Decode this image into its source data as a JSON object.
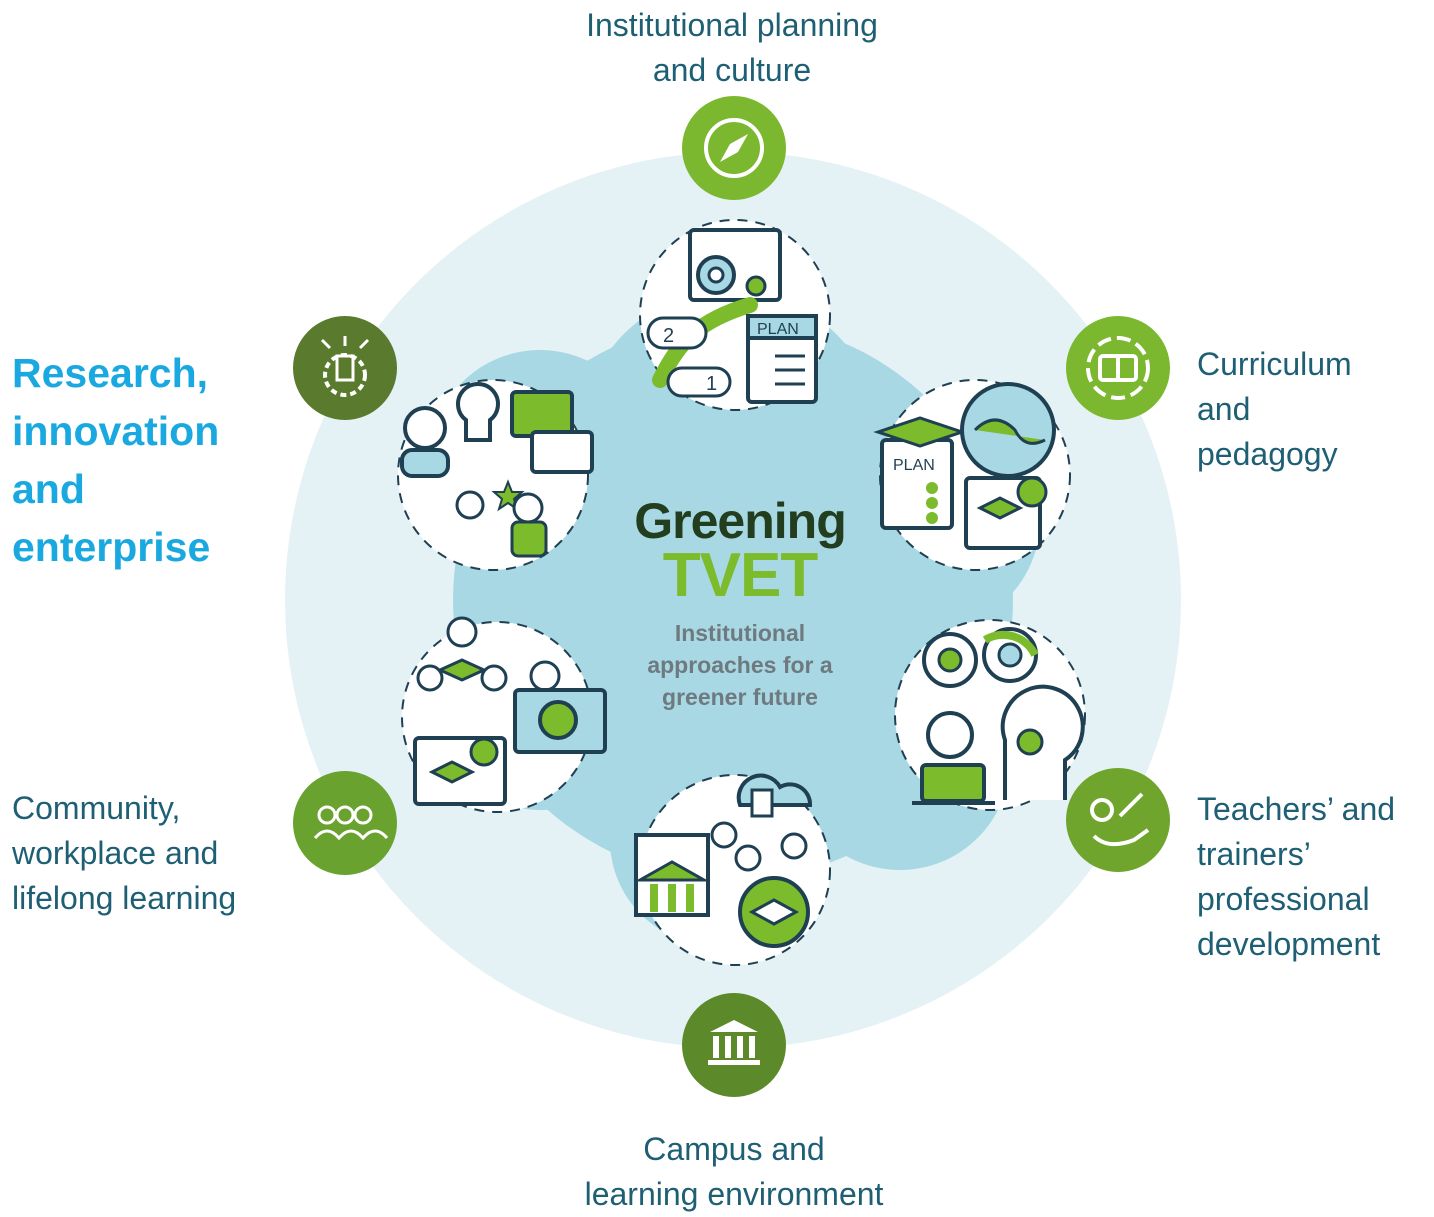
{
  "center": {
    "title": "Greening",
    "highlight": "TVET",
    "subtitle_lines": [
      "Institutional",
      "approaches for a",
      "greener future"
    ]
  },
  "segments": [
    {
      "id": "institutional",
      "lines": [
        "Institutional planning",
        "and culture"
      ],
      "icon": "compass-icon",
      "badge_color": "#7cb82f"
    },
    {
      "id": "curriculum",
      "lines": [
        "Curriculum",
        "and",
        "pedagogy"
      ],
      "icon": "book-icon",
      "badge_color": "#7cb82f"
    },
    {
      "id": "teachers",
      "lines": [
        "Teachers’ and",
        "trainers’",
        "professional",
        "development"
      ],
      "icon": "tools-hand-icon",
      "badge_color": "#6fa52c"
    },
    {
      "id": "campus",
      "lines": [
        "Campus and",
        "learning environment"
      ],
      "icon": "building-columns-icon",
      "badge_color": "#5c8a2b"
    },
    {
      "id": "community",
      "lines": [
        "Community,",
        "workplace and",
        "lifelong learning"
      ],
      "icon": "people-group-icon",
      "badge_color": "#6aa22f"
    },
    {
      "id": "research",
      "lines": [
        "Research,",
        "innovation",
        "and",
        "enterprise"
      ],
      "icon": "research-gear-icon",
      "badge_color": "#5a7b2e",
      "highlighted": true
    }
  ],
  "illustration_text": {
    "plan_label": "PLAN",
    "step_two": "2",
    "step_one": "1"
  },
  "colors": {
    "outer_ring": "#e4f2f6",
    "inner_shape": "#a7d8e3",
    "accent_green": "#7cbb2c",
    "label_teal": "#1e5f74",
    "label_highlight": "#19a9e0"
  }
}
